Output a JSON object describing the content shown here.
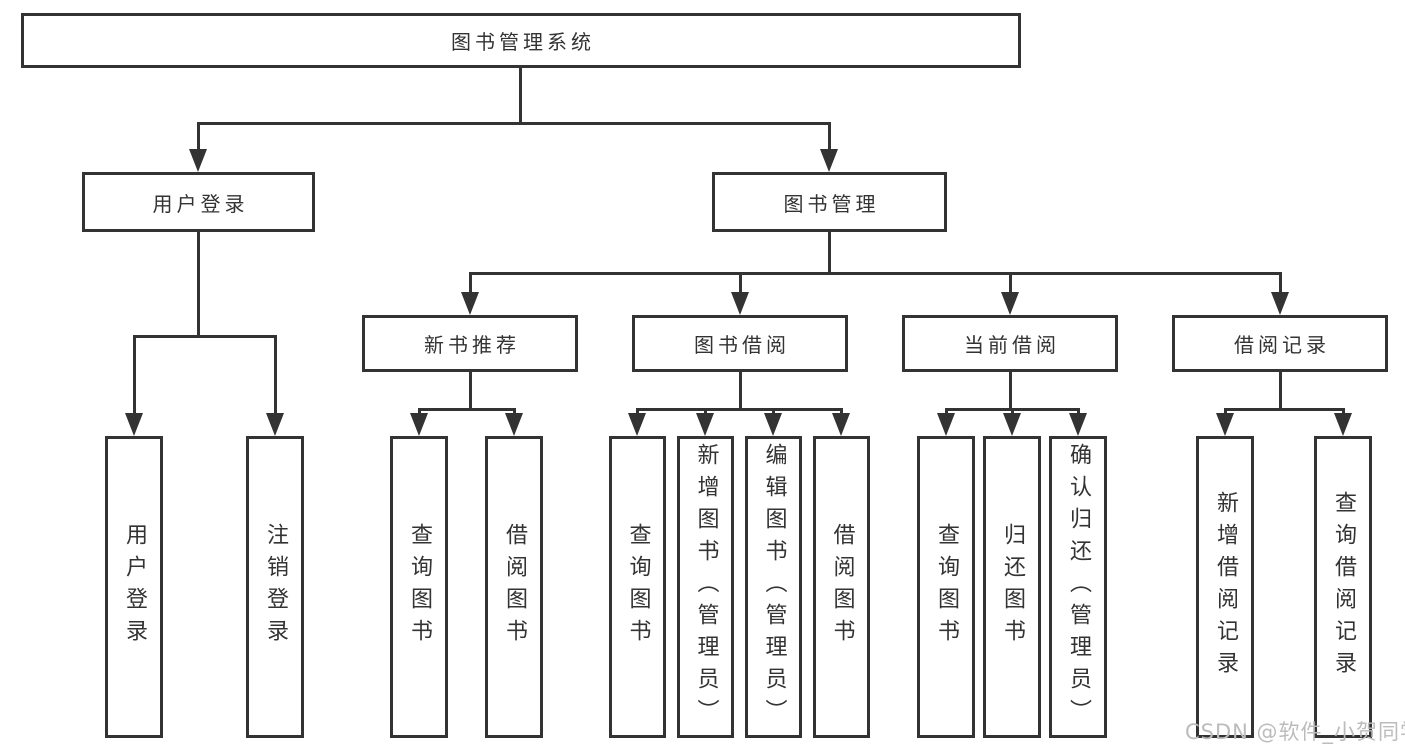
{
  "tree": {
    "root": "图书管理系统",
    "level2": [
      {
        "label": "用户登录"
      },
      {
        "label": "图书管理"
      }
    ],
    "level3": [
      {
        "label": "新书推荐",
        "parent": "图书管理"
      },
      {
        "label": "图书借阅",
        "parent": "图书管理"
      },
      {
        "label": "当前借阅",
        "parent": "图书管理"
      },
      {
        "label": "借阅记录",
        "parent": "图书管理"
      }
    ],
    "leaves": [
      {
        "label": "用户登录",
        "parent": "用户登录"
      },
      {
        "label": "注销登录",
        "parent": "用户登录"
      },
      {
        "label": "查询图书",
        "parent": "新书推荐"
      },
      {
        "label": "借阅图书",
        "parent": "新书推荐"
      },
      {
        "label": "查询图书",
        "parent": "图书借阅"
      },
      {
        "label": "新增图书（管理员）",
        "parent": "图书借阅"
      },
      {
        "label": "编辑图书（管理员）",
        "parent": "图书借阅"
      },
      {
        "label": "借阅图书",
        "parent": "图书借阅"
      },
      {
        "label": "查询图书",
        "parent": "当前借阅"
      },
      {
        "label": "归还图书",
        "parent": "当前借阅"
      },
      {
        "label": "确认归还（管理员）",
        "parent": "当前借阅"
      },
      {
        "label": "新增借阅记录",
        "parent": "借阅记录"
      },
      {
        "label": "查询借阅记录",
        "parent": "借阅记录"
      }
    ]
  },
  "watermark": "CSDN @软件_小贺同学",
  "colors": {
    "line": "#333333",
    "box_border": "#333333",
    "text": "#333333",
    "background": "#ffffff",
    "watermark": "#bcbcbc"
  }
}
